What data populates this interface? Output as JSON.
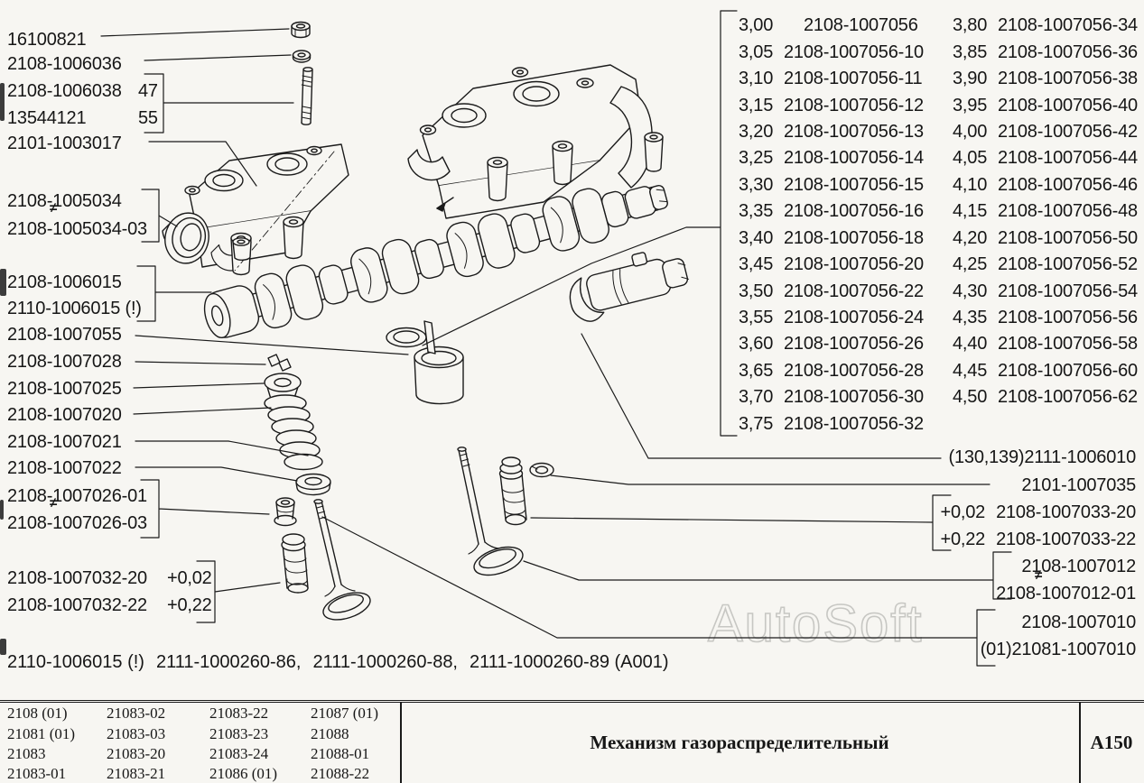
{
  "watermark": "AutoSoft",
  "not_equal_symbol": "≠",
  "labels_left": [
    {
      "text": "16100821"
    },
    {
      "text": "2108-1006036"
    },
    {
      "text": "2108-1006038",
      "suffix": "47"
    },
    {
      "text": "13544121",
      "suffix": "55"
    },
    {
      "text": "2101-1003017"
    },
    {
      "text": "2108-1005034"
    },
    {
      "text": "2108-1005034-03"
    },
    {
      "text": "2108-1006015"
    },
    {
      "text": "2110-1006015 (!)"
    },
    {
      "text": "2108-1007055"
    },
    {
      "text": "2108-1007028"
    },
    {
      "text": "2108-1007025"
    },
    {
      "text": "2108-1007020"
    },
    {
      "text": "2108-1007021"
    },
    {
      "text": "2108-1007022"
    },
    {
      "text": "2108-1007026-01"
    },
    {
      "text": "2108-1007026-03"
    },
    {
      "text": "2108-1007032-20",
      "suffix": "+0,02"
    },
    {
      "text": "2108-1007032-22",
      "suffix": "+0,22"
    }
  ],
  "labels_right": [
    {
      "text": "(130,139)2111-1006010"
    },
    {
      "text": "2101-1007035"
    },
    {
      "prefix": "+0,02",
      "text": "2108-1007033-20"
    },
    {
      "prefix": "+0,22",
      "text": "2108-1007033-22"
    },
    {
      "text": "2108-1007012"
    },
    {
      "text": "2108-1007012-01"
    },
    {
      "text": "2108-1007010"
    },
    {
      "text": "(01)21081-1007010"
    }
  ],
  "shim_sizes": {
    "left": [
      [
        "3,00",
        "2108-1007056"
      ],
      [
        "3,05",
        "2108-1007056-10"
      ],
      [
        "3,10",
        "2108-1007056-11"
      ],
      [
        "3,15",
        "2108-1007056-12"
      ],
      [
        "3,20",
        "2108-1007056-13"
      ],
      [
        "3,25",
        "2108-1007056-14"
      ],
      [
        "3,30",
        "2108-1007056-15"
      ],
      [
        "3,35",
        "2108-1007056-16"
      ],
      [
        "3,40",
        "2108-1007056-18"
      ],
      [
        "3,45",
        "2108-1007056-20"
      ],
      [
        "3,50",
        "2108-1007056-22"
      ],
      [
        "3,55",
        "2108-1007056-24"
      ],
      [
        "3,60",
        "2108-1007056-26"
      ],
      [
        "3,65",
        "2108-1007056-28"
      ],
      [
        "3,70",
        "2108-1007056-30"
      ],
      [
        "3,75",
        "2108-1007056-32"
      ]
    ],
    "right": [
      [
        "3,80",
        "2108-1007056-34"
      ],
      [
        "3,85",
        "2108-1007056-36"
      ],
      [
        "3,90",
        "2108-1007056-38"
      ],
      [
        "3,95",
        "2108-1007056-40"
      ],
      [
        "4,00",
        "2108-1007056-42"
      ],
      [
        "4,05",
        "2108-1007056-44"
      ],
      [
        "4,10",
        "2108-1007056-46"
      ],
      [
        "4,15",
        "2108-1007056-48"
      ],
      [
        "4,20",
        "2108-1007056-50"
      ],
      [
        "4,25",
        "2108-1007056-52"
      ],
      [
        "4,30",
        "2108-1007056-54"
      ],
      [
        "4,35",
        "2108-1007056-56"
      ],
      [
        "4,40",
        "2108-1007056-58"
      ],
      [
        "4,45",
        "2108-1007056-60"
      ],
      [
        "4,50",
        "2108-1007056-62"
      ]
    ]
  },
  "footer_note": {
    "parts": [
      "2110-1006015 (!)",
      "2111-1000260-86,",
      "2111-1000260-88,",
      "2111-1000260-89 (А001)"
    ]
  },
  "bottom_bar": {
    "models": [
      [
        "2108 (01)",
        "21083-02",
        "21083-22",
        "21087 (01)"
      ],
      [
        "21081 (01)",
        "21083-03",
        "21083-23",
        "21088"
      ],
      [
        "21083",
        "21083-20",
        "21083-24",
        "21088-01"
      ],
      [
        "21083-01",
        "21083-21",
        "21086 (01)",
        "21088-22"
      ]
    ],
    "title": "Механизм газораспределительный",
    "code": "А150"
  }
}
